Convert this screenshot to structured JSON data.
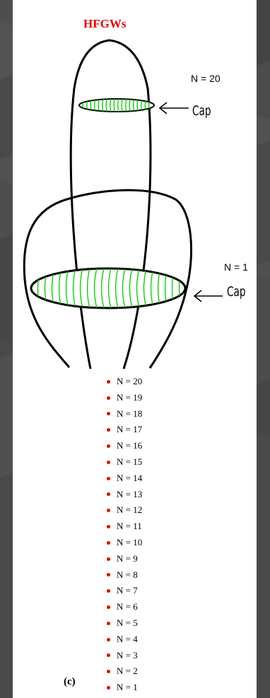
{
  "title": "HFGWs",
  "top_label": "N = 20",
  "top_cap": "Cap",
  "bottom_label": "N = 1",
  "bottom_cap": "Cap",
  "levels": [
    "N = 20",
    "N = 19",
    "N = 18",
    "N = 17",
    "N = 16",
    "N = 15",
    "N = 14",
    "N = 13",
    "N = 12",
    "N = 11",
    "N = 10",
    "N = 9",
    "N = 8",
    "N = 7",
    "N = 6",
    "N = 5",
    "N = 4",
    "N = 3",
    "N = 2",
    "N = 1"
  ],
  "figure_label": "(c)",
  "colors": {
    "title": "#e00000",
    "hatch": "#00cc00",
    "dot": "#e00000",
    "outline": "#000000"
  }
}
